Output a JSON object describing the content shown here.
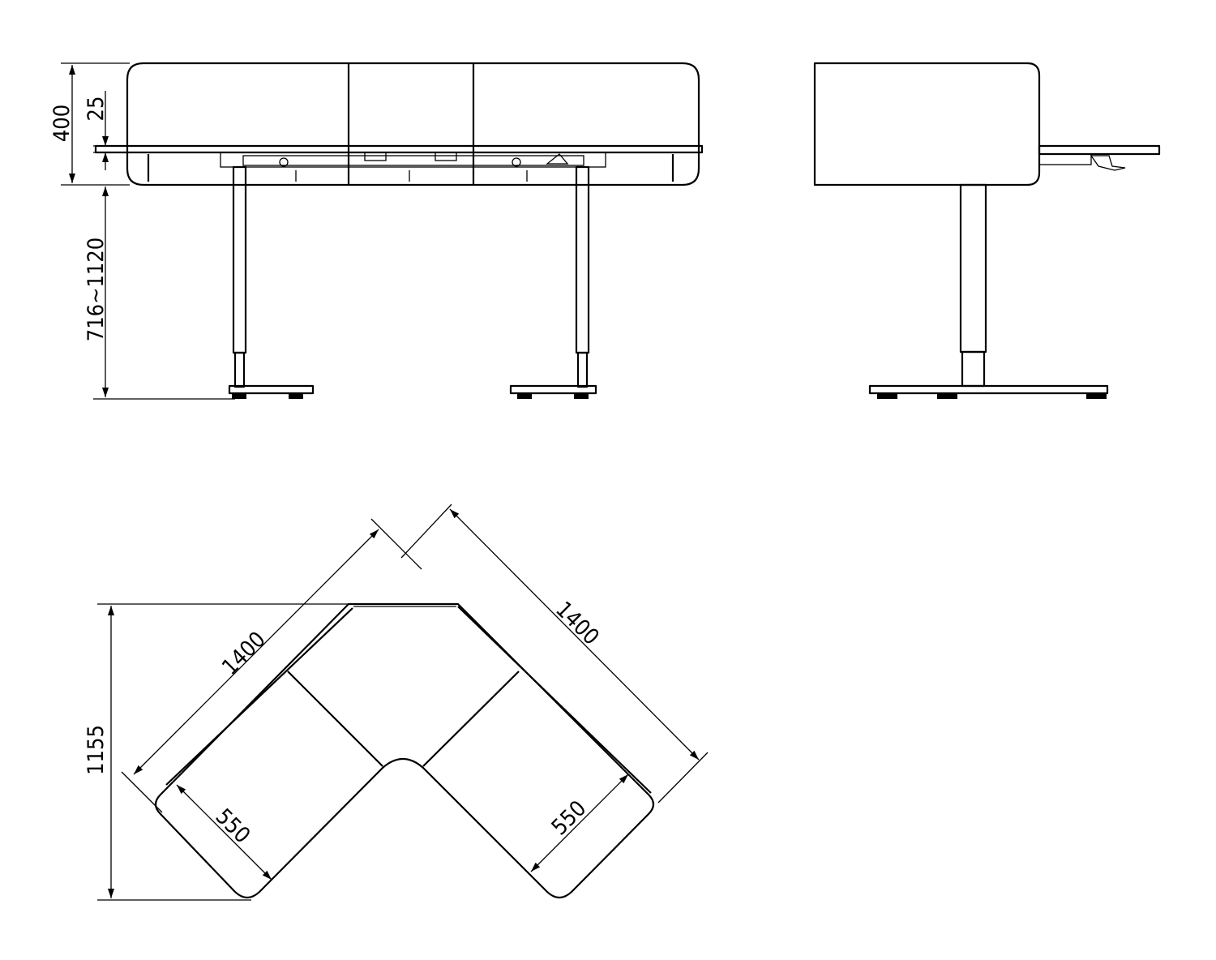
{
  "drawing": {
    "front_view": {
      "dim_screen_height": "400",
      "dim_top_thickness": "25",
      "dim_height_range": "716~1120"
    },
    "plan_view": {
      "dim_depth": "1155",
      "dim_left_length": "1400",
      "dim_right_length": "1400",
      "dim_left_width": "550",
      "dim_right_width": "550"
    },
    "colors": {
      "line": "#000000",
      "background": "#ffffff"
    }
  }
}
